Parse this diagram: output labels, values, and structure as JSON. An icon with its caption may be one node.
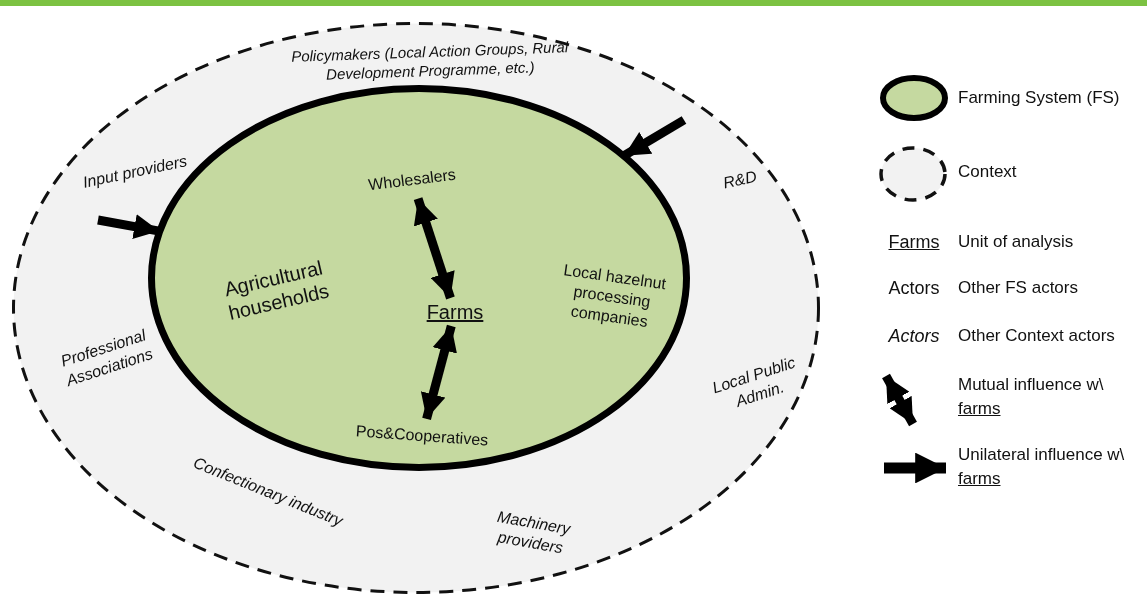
{
  "diagram": {
    "nodes": [
      {
        "text": [],
        "shape": "ellipse"
      },
      {
        "text": [],
        "shape": "ellipse",
        "in": 0
      },
      {
        "text": [
          "Wholesalers"
        ],
        "in": 1
      },
      {
        "text": [
          "Farms"
        ],
        "in": 1
      },
      {
        "text": [
          "Pos&Cooperatives"
        ],
        "in": 1
      }
    ],
    "edges": [
      {
        "from": 2,
        "to": 3,
        "arrow": "both"
      },
      {
        "from": 3,
        "to": 4,
        "arrow": "both"
      },
      {
        "from": null,
        "to": 1,
        "arrow": "to"
      },
      {
        "from": null,
        "to": 1,
        "arrow": "to"
      }
    ],
    "labels": [
      "Policymakers (Local Action Groups, Rural Development Programme, etc.)",
      "Input providers",
      "R&D",
      "Agricultural households",
      "Local hazelnut processing companies",
      "Professional Associations",
      "Local Public Admin.",
      "Confectionary industry",
      "Machinery providers",
      "Farms",
      "Actors",
      "Actors"
    ],
    "legend": [
      {
        "text": "Farming System (FS)"
      },
      {
        "text": "Context"
      },
      {
        "text": "Unit of analysis"
      },
      {
        "text": "Other FS actors"
      },
      {
        "text": "Other Context actors"
      },
      {
        "text": "Mutual influence w\\ farms"
      },
      {
        "text": "Unilateral influence w\\ farms"
      }
    ]
  }
}
